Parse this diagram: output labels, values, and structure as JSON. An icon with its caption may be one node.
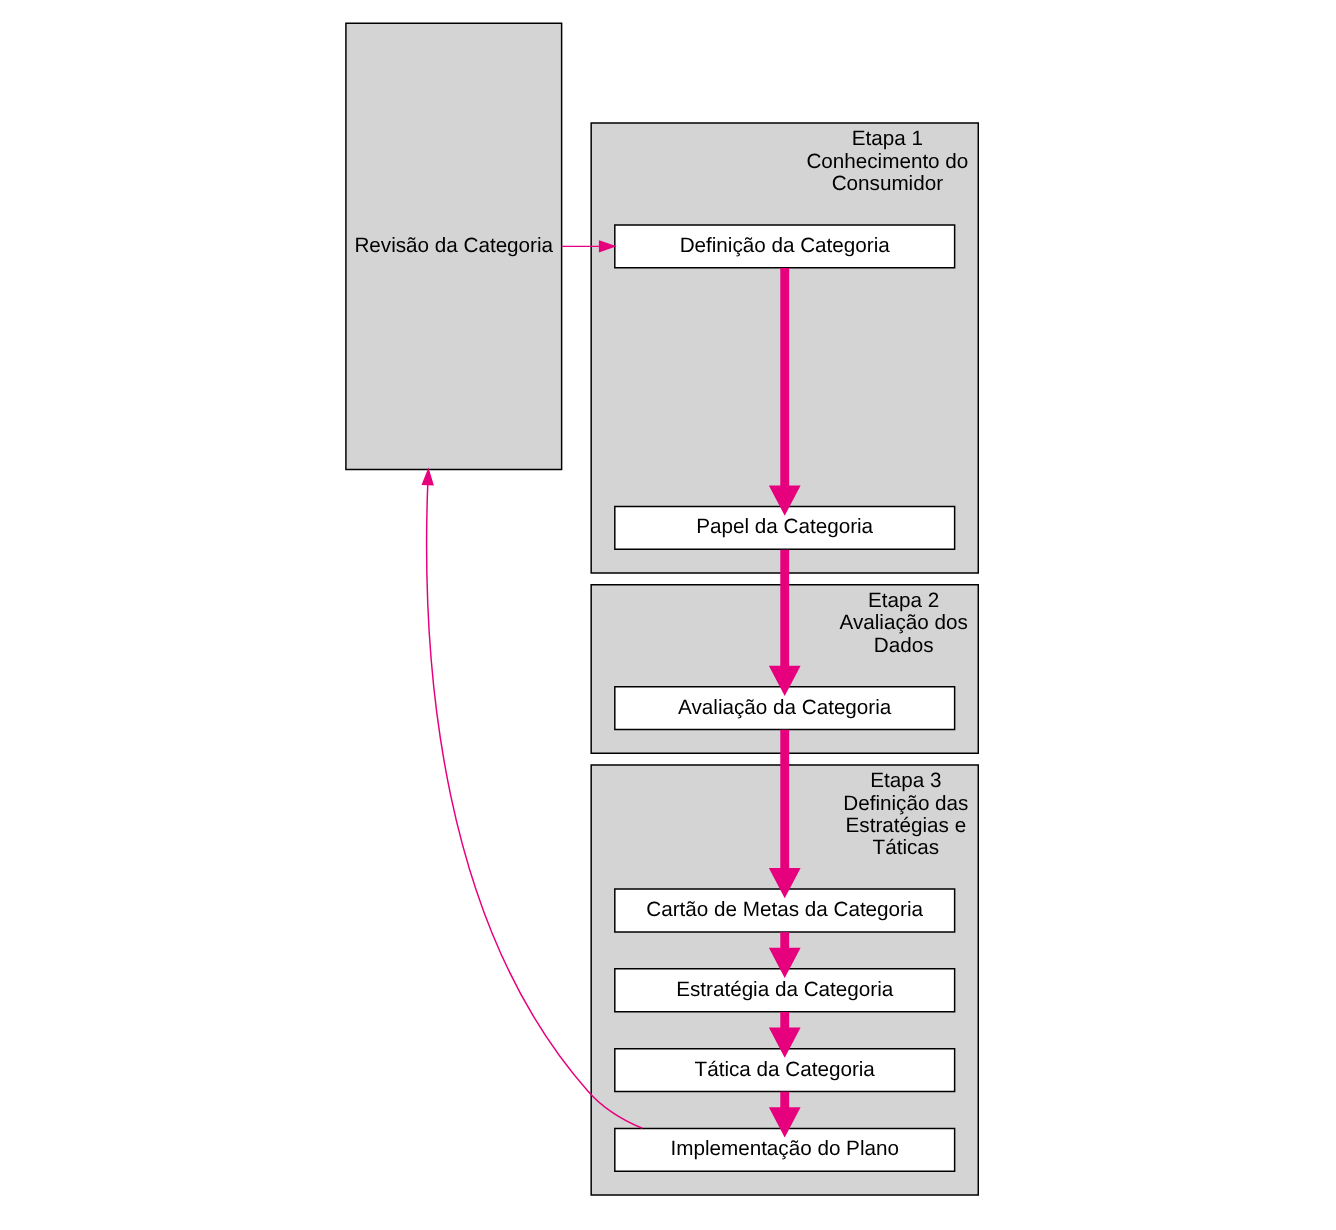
{
  "diagram": {
    "nodes": [
      {
        "text": [
          "Etapa 1",
          "Conhecimento do Consumidor"
        ]
      },
      {
        "text": [
          "Definição da Categoria"
        ],
        "in": 0
      },
      {
        "text": [
          "Papel da Categoria"
        ],
        "in": 0
      },
      {
        "text": [
          "Etapa 2",
          "Avaliação dos Dados"
        ]
      },
      {
        "text": [
          "Avaliação da Categoria"
        ],
        "in": 3
      },
      {
        "text": [
          "Etapa 3",
          "Definição das Estratégias e Táticas"
        ]
      },
      {
        "text": [
          "Cartão de Metas da Categoria"
        ],
        "in": 5
      },
      {
        "text": [
          "Estratégia da Categoria"
        ],
        "in": 5
      },
      {
        "text": [
          "Tática da Categoria"
        ],
        "in": 5
      },
      {
        "text": [
          "Implementação do Plano"
        ],
        "in": 5
      },
      {
        "text": [
          "Revisão da Categoria"
        ]
      }
    ],
    "edges": [
      {
        "from": 1,
        "to": 2,
        "arrow": "to"
      },
      {
        "from": 2,
        "to": 4,
        "arrow": "to"
      },
      {
        "from": 4,
        "to": 6,
        "arrow": "to"
      },
      {
        "from": 6,
        "to": 7,
        "arrow": "to"
      },
      {
        "from": 7,
        "to": 8,
        "arrow": "to"
      },
      {
        "from": 8,
        "to": 9,
        "arrow": "to"
      },
      {
        "from": 10,
        "to": 1,
        "arrow": "to"
      },
      {
        "from": 9,
        "to": 10,
        "arrow": "to"
      }
    ]
  }
}
